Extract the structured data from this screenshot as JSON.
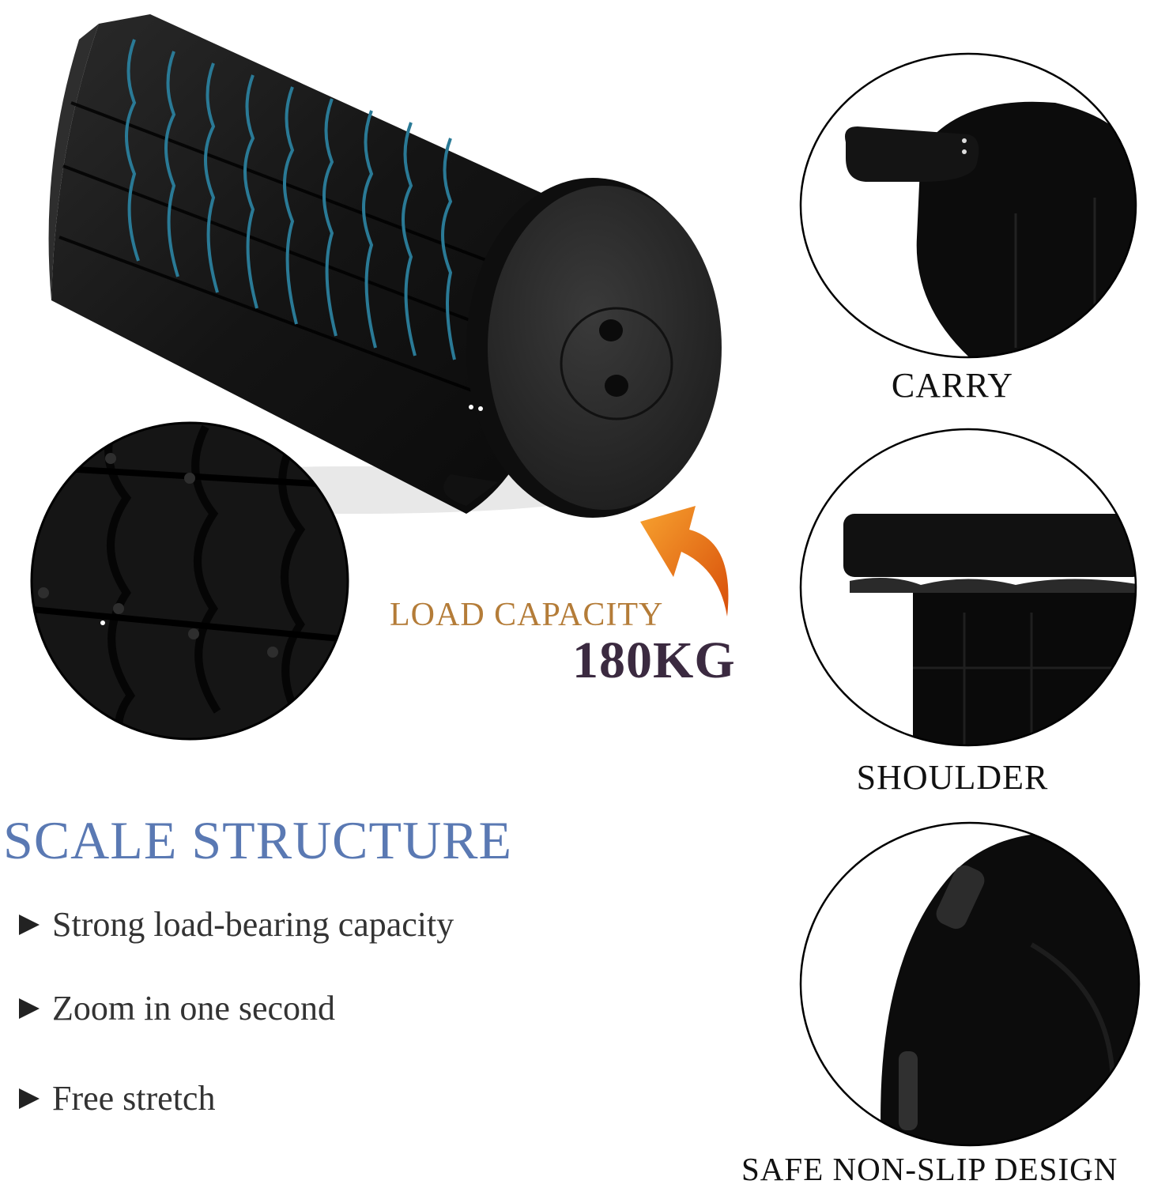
{
  "labels": {
    "carry": "CARRY",
    "shoulder": "SHOULDER",
    "non_slip": "SAFE NON-SLIP DESIGN"
  },
  "load": {
    "title": "LOAD CAPACITY",
    "value": "180KG"
  },
  "structure": {
    "title": "SCALE STRUCTURE",
    "features": [
      "Strong load-bearing capacity",
      "Zoom in one second",
      "Free stretch"
    ]
  },
  "colors": {
    "title_blue": "#5a79b3",
    "load_gold": "#b47c38",
    "arrow_orange": "#f06a12",
    "stripe_teal": "#2a7a96"
  },
  "icons": [
    "play-triangle-icon",
    "curved-arrow-icon"
  ]
}
